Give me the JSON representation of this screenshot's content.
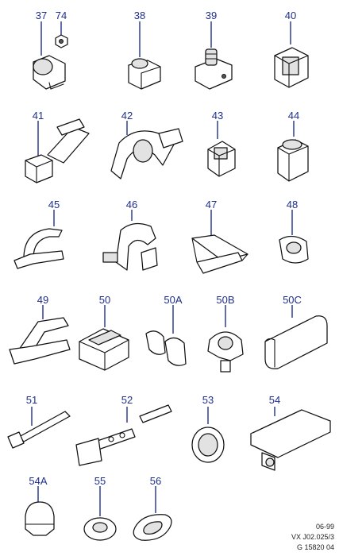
{
  "diagram": {
    "callouts": [
      "37",
      "74",
      "38",
      "39",
      "40",
      "41",
      "42",
      "43",
      "44",
      "45",
      "46",
      "47",
      "48",
      "49",
      "50",
      "50A",
      "50B",
      "50C",
      "51",
      "52",
      "53",
      "54",
      "54A",
      "55",
      "56"
    ]
  },
  "reference": {
    "date": "06-99",
    "code": "VX J02.025/3",
    "figure": "G 15820 04"
  },
  "colors": {
    "callout": "#1e2f8c",
    "outline": "#111111"
  }
}
